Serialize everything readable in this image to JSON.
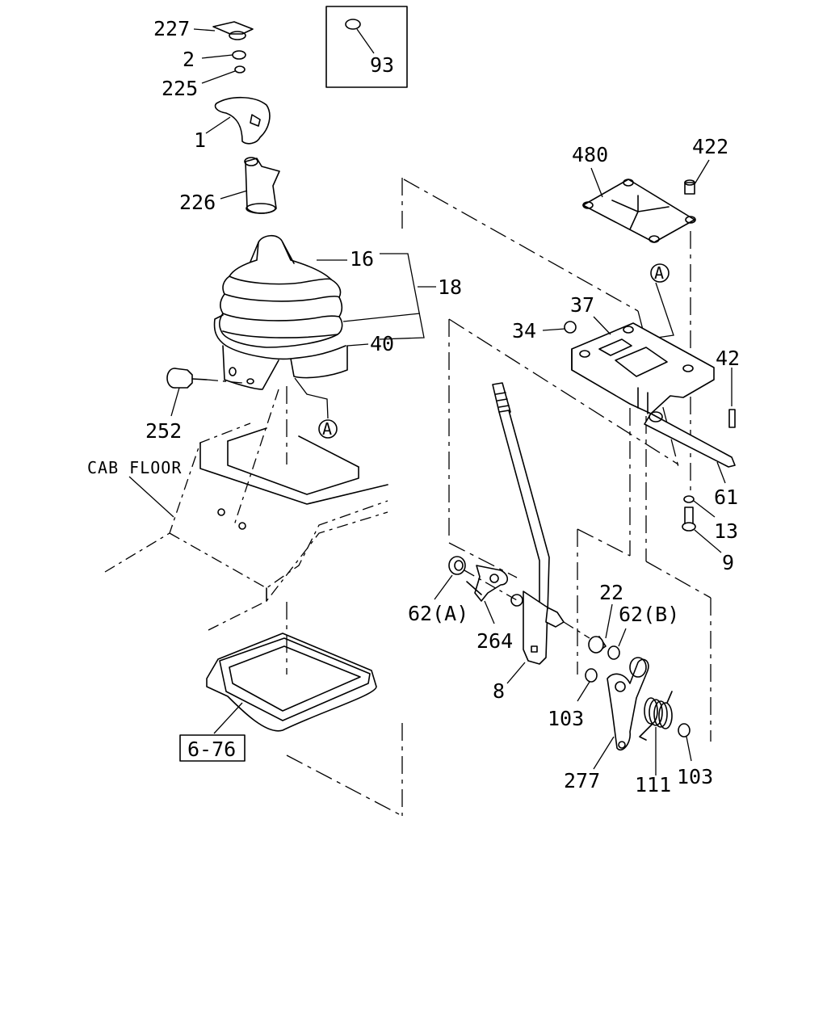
{
  "callouts": {
    "c227": "227",
    "c2": "2",
    "c225": "225",
    "c1": "1",
    "c226": "226",
    "c16": "16",
    "c18": "18",
    "c40": "40",
    "c252": "252",
    "c93": "93",
    "c480": "480",
    "c422": "422",
    "c37": "37",
    "c34": "34",
    "c42": "42",
    "c61": "61",
    "c13": "13",
    "c9": "9",
    "c62a": "62(A)",
    "c264": "264",
    "c8": "8",
    "c22": "22",
    "c62b": "62(B)",
    "c103a": "103",
    "c277": "277",
    "c111": "111",
    "c103b": "103",
    "ref676": "6-76",
    "cabfloor": "CAB FLOOR",
    "markerA1": "A",
    "markerA2": "A"
  }
}
